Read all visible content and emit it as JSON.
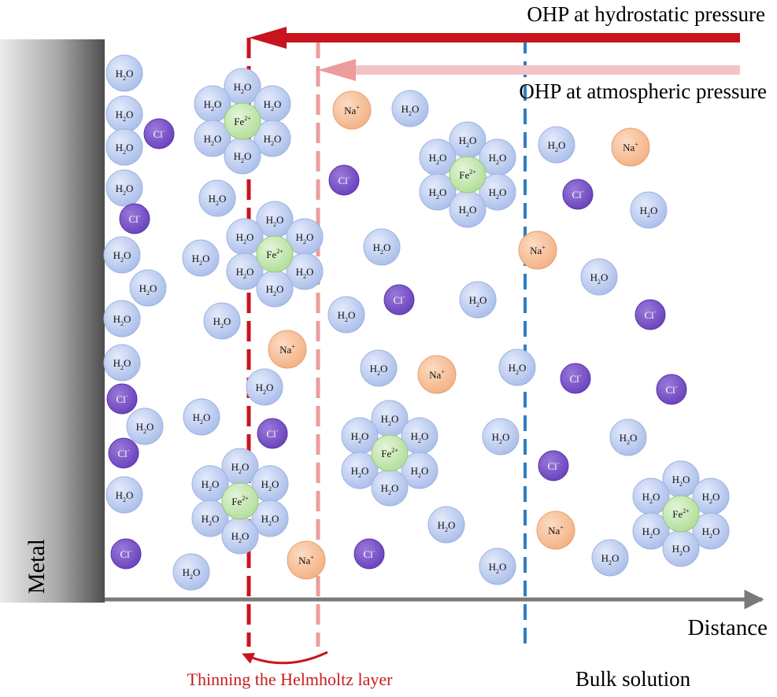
{
  "labels": {
    "metal": "Metal",
    "distance": "Distance",
    "ohp_hydrostatic": "OHP at hydrostatic pressure",
    "ohp_atmospheric": "OHP at atmospheric pressure",
    "thinning": "Thinning the Helmholtz layer",
    "bulk": "Bulk solution"
  },
  "species": {
    "water": {
      "base": "H",
      "sub": "2",
      "tail": "O"
    },
    "chloride": {
      "base": "Cl",
      "sup": "-"
    },
    "sodium": {
      "base": "Na",
      "sup": "+"
    },
    "iron": {
      "base": "Fe",
      "sup": "2+"
    }
  },
  "colors": {
    "water": "#b8c9ee",
    "chloride": "#7b55c9",
    "sodium": "#f7bf96",
    "iron": "#c2e5ae",
    "hydrostatic_line": "#c8141e",
    "atmospheric_line": "#eb9c9c",
    "bulk_line": "#2e7fc3",
    "thinning_text": "#c81c1c",
    "axis": "#7a7a7a"
  }
}
